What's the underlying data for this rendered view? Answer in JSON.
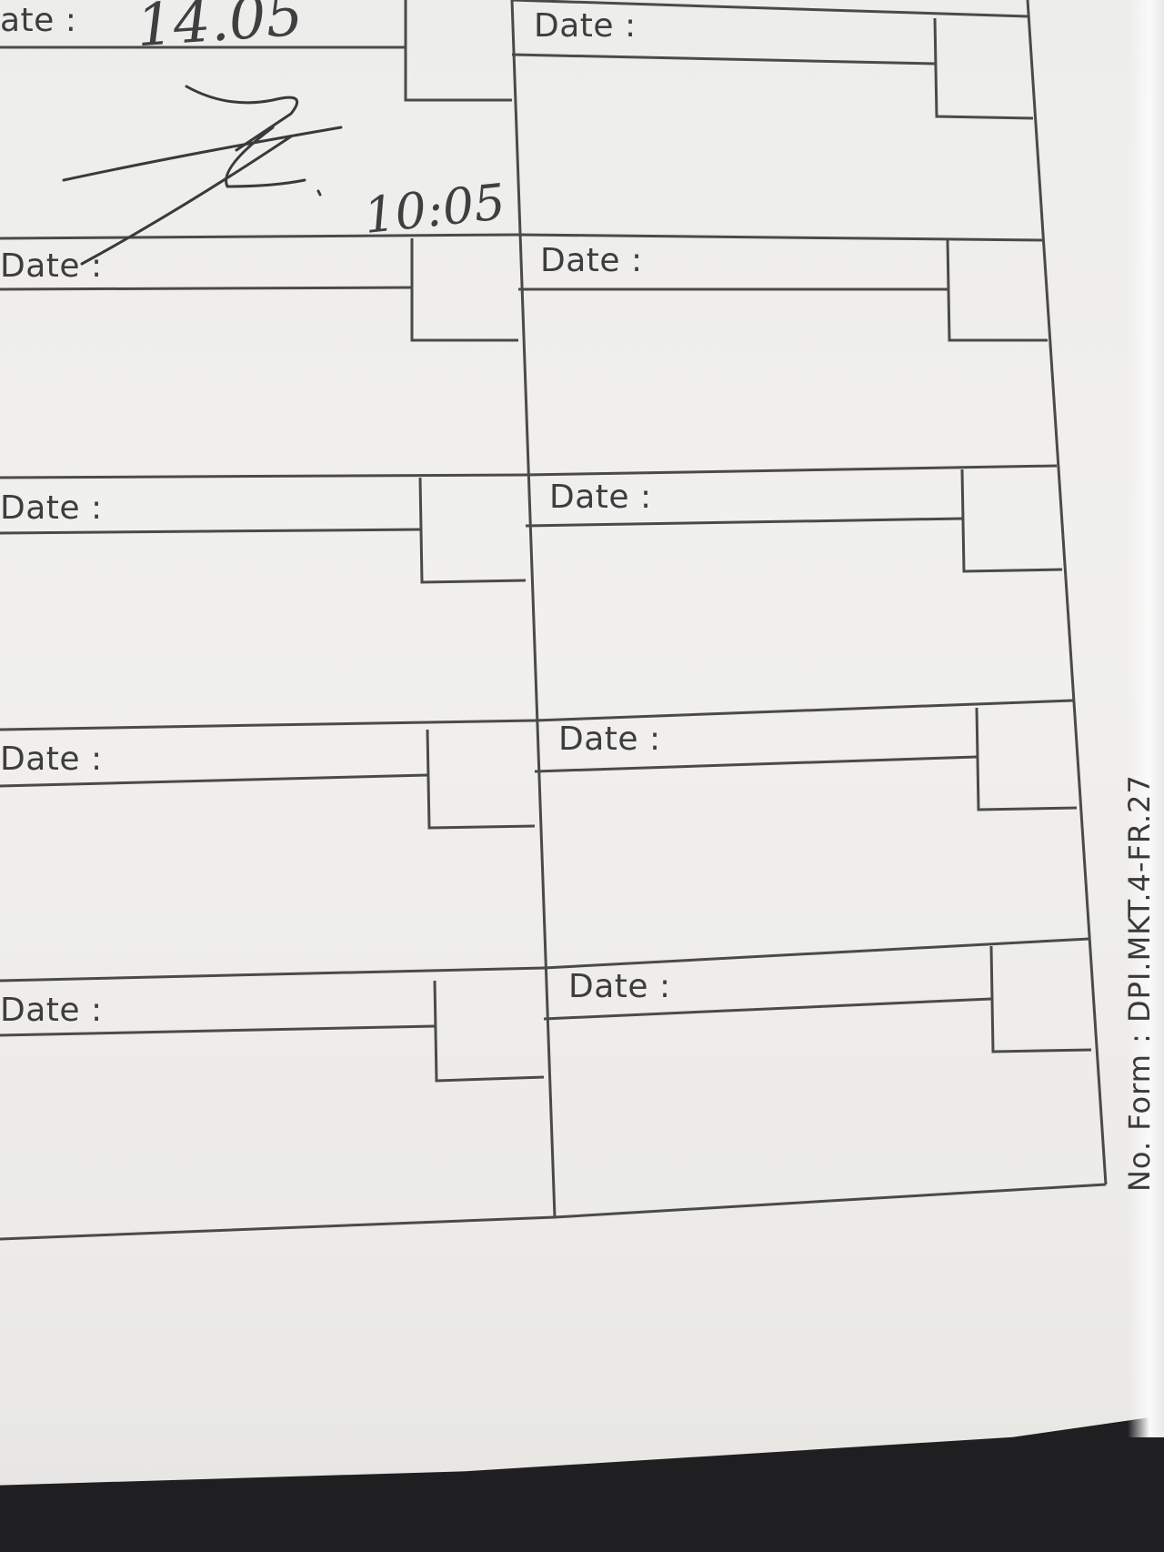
{
  "form": {
    "date_label": "Date :",
    "cut_date_label": "ate :",
    "form_number": "No. Form : DPI.MKT.4-FR.27"
  },
  "handwriting": {
    "date_entry": "14.05",
    "time_entry": "10:05"
  },
  "colors": {
    "paper": "#efeeec",
    "ink_lines": "#4a4a4a",
    "background": "#1f1f22"
  }
}
